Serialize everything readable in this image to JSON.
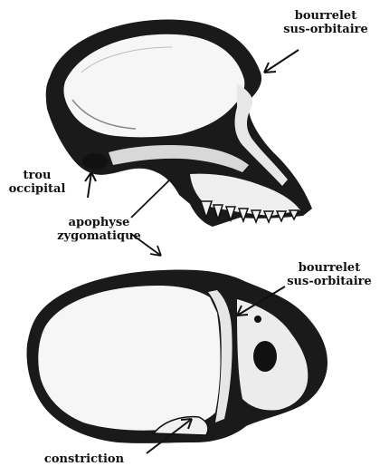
{
  "labels": {
    "top_bourrelet": {
      "line1": "bourrelet",
      "line2": "sus-orbitaire"
    },
    "trou": {
      "line1": "trou",
      "line2": "occipital"
    },
    "apophyse": {
      "line1": "apophyse",
      "line2": "zygomatique"
    },
    "bottom_bourrelet": {
      "line1": "bourrelet",
      "line2": "sus-orbitaire"
    },
    "constriction": {
      "line1": "constriction"
    }
  },
  "colors": {
    "ink": "#111111",
    "bone": "#f4f4f4",
    "shadow": "#1a1a1a",
    "paper": "#ffffff"
  }
}
